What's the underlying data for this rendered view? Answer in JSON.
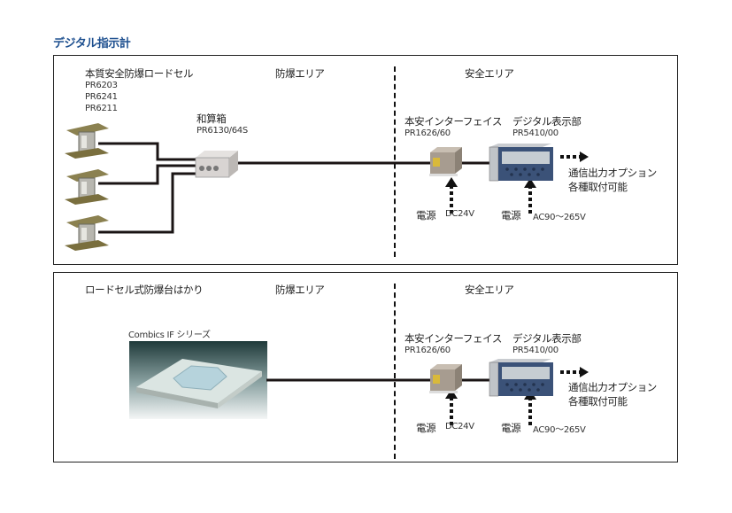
{
  "page_title": "デジタル指示計",
  "colors": {
    "title": "#1d4f8f",
    "wire": "#1a1414",
    "frame": "#222222"
  },
  "panels": [
    {
      "heading": "本質安全防爆ロードセル",
      "models": [
        "PR6203",
        "PR6241",
        "PR6211"
      ],
      "hazard_area_label": "防爆エリア",
      "safe_area_label": "安全エリア",
      "junction_box": {
        "name": "和算箱",
        "model": "PR6130/64S"
      },
      "interface": {
        "name": "本安インターフェイス",
        "model": "PR1626/60",
        "power_label": "電源",
        "power_value": "DC24V"
      },
      "display": {
        "name": "デジタル表示部",
        "model": "PR5410/00",
        "power_label": "電源",
        "power_value": "AC90〜265V"
      },
      "option_note": [
        "通信出力オプション",
        "各種取付可能"
      ]
    },
    {
      "heading": "ロードセル式防爆台はかり",
      "scale_name": "Combics IF シリーズ",
      "hazard_area_label": "防爆エリア",
      "safe_area_label": "安全エリア",
      "interface": {
        "name": "本安インターフェイス",
        "model": "PR1626/60",
        "power_label": "電源",
        "power_value": "DC24V"
      },
      "display": {
        "name": "デジタル表示部",
        "model": "PR5410/00",
        "power_label": "電源",
        "power_value": "AC90〜265V"
      },
      "option_note": [
        "通信出力オプション",
        "各種取付可能"
      ]
    }
  ]
}
